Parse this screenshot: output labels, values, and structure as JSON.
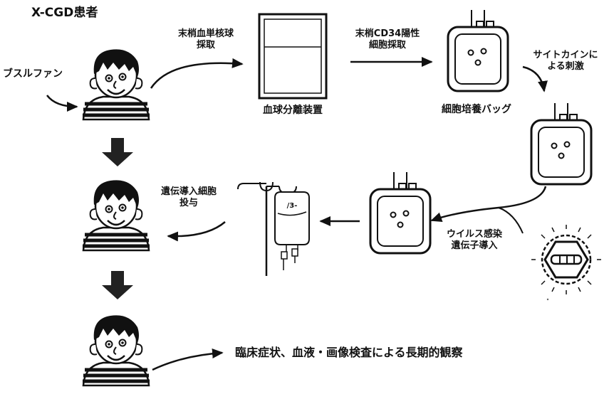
{
  "labels": {
    "patient": "X-CGD患者",
    "busulfan": "ブスルファン",
    "collect_pbmc": [
      "末梢血単核球",
      "採取"
    ],
    "separator": "血球分離装置",
    "collect_cd34": [
      "末梢CD34陽性",
      "細胞採取"
    ],
    "culture_bag": "細胞培養バッグ",
    "cytokine": [
      "サイトカインに",
      "よる刺激"
    ],
    "transduction": [
      "ウイルス感染",
      "遺伝子導入"
    ],
    "infusion": [
      "遺伝導入細胞",
      "投与"
    ],
    "observation": "臨床症状、血液・画像検査による長期的観察"
  },
  "colors": {
    "ink": "#111111",
    "paper": "#ffffff"
  }
}
